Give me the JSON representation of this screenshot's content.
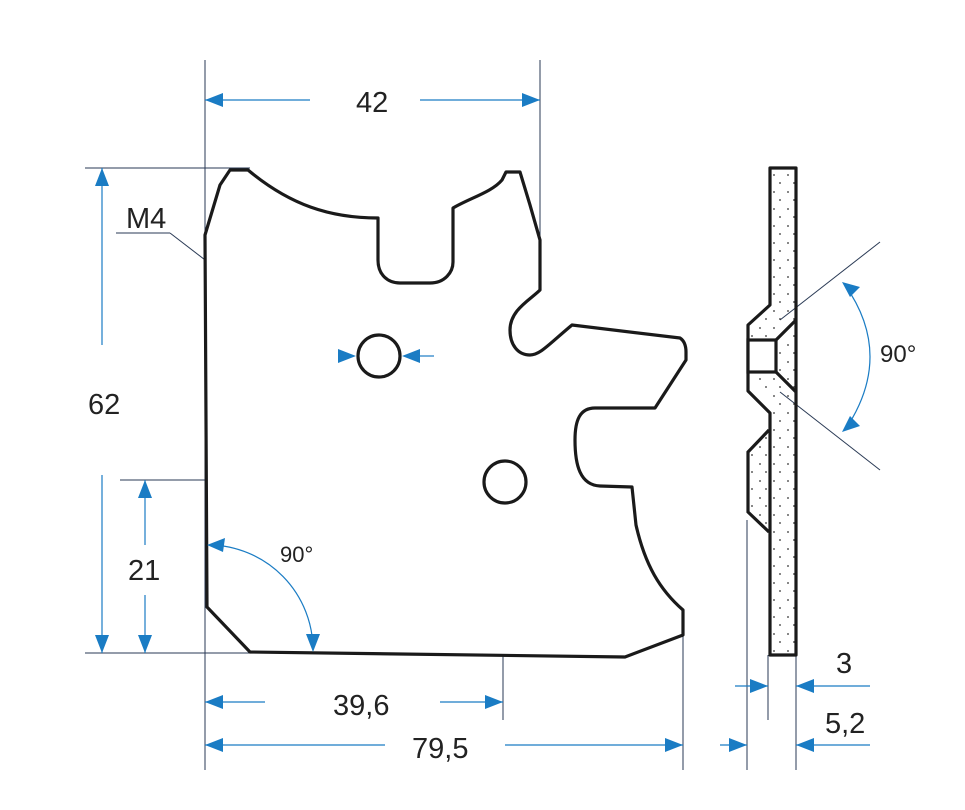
{
  "drawing": {
    "accent_color": "#1a7cc4",
    "dimensions": {
      "top_width": "42",
      "thread": "M4",
      "height": "62",
      "hole_height": "21",
      "corner_angle": "90°",
      "hole_offset": "39,6",
      "total_width": "79,5",
      "side_angle": "90°",
      "plate_thickness": "3",
      "total_thickness": "5,2"
    }
  }
}
